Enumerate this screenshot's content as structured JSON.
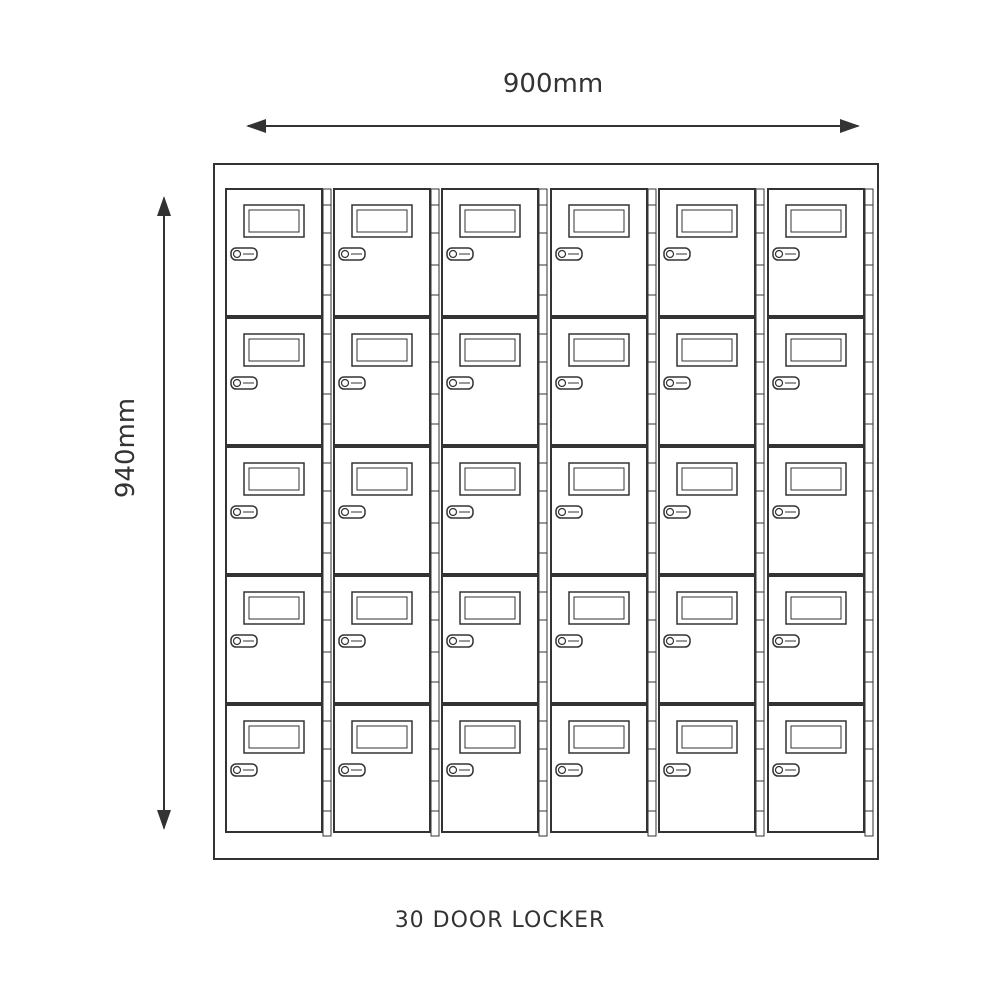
{
  "dimensions": {
    "width_label": "900mm",
    "height_label": "940mm"
  },
  "caption": "30 DOOR LOCKER",
  "locker": {
    "columns": 6,
    "rows": 5,
    "door_count": 30
  },
  "colors": {
    "line": "#333333",
    "background": "#ffffff"
  }
}
